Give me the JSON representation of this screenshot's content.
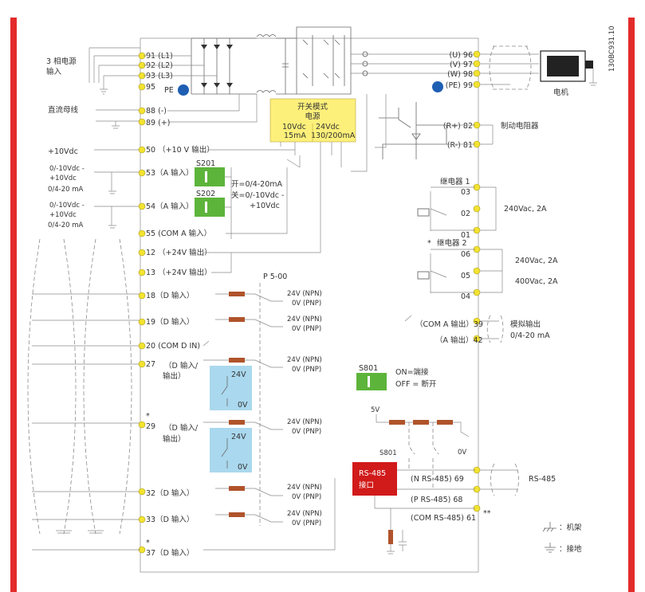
{
  "doc_id": "130BC931.10",
  "mains": {
    "title_line1": "3 相电源",
    "title_line2": "输入",
    "t91": "91 (L1)",
    "t92": "92 (L2)",
    "t93": "93 (L3)",
    "t95": "95",
    "pe": "PE"
  },
  "dcbus": {
    "label": "直流母线",
    "t88": "88 (-)",
    "t89": "89 (+)"
  },
  "smps": {
    "title1": "开关模式",
    "title2": "电源",
    "col1_l1": "10Vdc",
    "col1_l2": "15mA",
    "col2_l1": "24Vdc",
    "col2_l2": "130/200mA"
  },
  "analog_in": {
    "plus10": "+10Vdc",
    "t50": "50 （+10 V 输出）",
    "a53_l1": "0/-10Vdc -",
    "a53_l2": "+10Vdc",
    "a53_l3": "0/4-20 mA",
    "t53": "53（A 输入）",
    "a54_l1": "0/-10Vdc -",
    "a54_l2": "+10Vdc",
    "a54_l3": "0/4-20 mA",
    "t54": "54（A 输入）",
    "t55": "55 (COM A 输入）",
    "s201": "S201",
    "s202": "S202",
    "switch_on": "开=0/4-20mA",
    "switch_off_l1": "关=0/-10Vdc -",
    "switch_off_l2": "+10Vdc"
  },
  "digital": {
    "t12": "12 （+24V 输出）",
    "t13": "13 （+24V 输出）",
    "p500": "P 5-00",
    "t18": "18（D 输入）",
    "t19": "19（D 输入）",
    "t20": "20 (COM D IN)",
    "t27": "27",
    "t27_desc_l1": "（D 输入/",
    "t27_desc_l2": "输出）",
    "t29": "29",
    "t29_desc_l1": "（D 输入/",
    "t29_desc_l2": "输出）",
    "t32": "32（D 输入）",
    "t33": "33（D 输入）",
    "t37": "37（D 输入）",
    "npn": "24V (NPN)",
    "pnp": "0V (PNP)",
    "box_24v": "24V",
    "box_0v": "0V",
    "star": "*"
  },
  "motor": {
    "u": "(U) 96",
    "v": "(V) 97",
    "w": "(W) 98",
    "pe": "(PE) 99",
    "label": "电机"
  },
  "brake": {
    "r_plus": "(R+) 82",
    "r_minus": "(R-) 81",
    "label": "制动电阻器"
  },
  "relay1": {
    "title": "继电器 1",
    "t03": "03",
    "t02": "02",
    "t01": "01",
    "rating": "240Vac, 2A"
  },
  "relay2": {
    "star": "*",
    "title": "继电器 2",
    "t06": "06",
    "t05": "05",
    "t04": "04",
    "rating1": "240Vac, 2A",
    "rating2": "400Vac, 2A"
  },
  "analog_out": {
    "com": "（COM A 输出）39",
    "aout": "（A 输出）42",
    "label1": "模拟输出",
    "label2": "0/4-20 mA"
  },
  "s801": {
    "name": "S801",
    "on": "ON=端接",
    "off": "OFF = 断开",
    "v5": "5V",
    "v0": "0V"
  },
  "rs485": {
    "box_l1": "RS-485",
    "box_l2": "接口",
    "n": "(N RS-485) 69",
    "p": "(P RS-485) 68",
    "com": "(COM RS-485) 61",
    "label": "RS-485",
    "dstar": "**"
  },
  "legend": {
    "chassis": "：机架",
    "earth": "：接地"
  },
  "colors": {
    "frame_red": "#e32b2b",
    "terminal_yellow": "#f3e330",
    "smps_yellow": "#fdf07a",
    "switch_green": "#5db43b",
    "switch_blue": "#aad8ee",
    "resistor_brown": "#b0532b",
    "rs485_red": "#d11a1a",
    "pe_blue": "#1e5fb3"
  }
}
